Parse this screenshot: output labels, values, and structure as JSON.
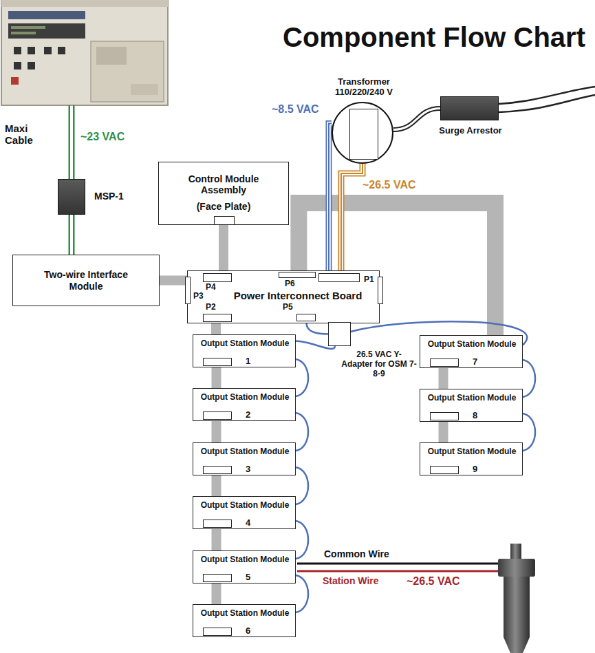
{
  "diagram": {
    "title": "Component Flow Chart",
    "nodes": [
      {
        "text": [
          "Control Module Assembly",
          "(Face Plate)"
        ]
      },
      {
        "text": [
          "Two-wire Interface Module"
        ]
      },
      {
        "text": [
          "Power Interconnect Board",
          "P4",
          "P6",
          "P1",
          "P3",
          "P2",
          "P5"
        ]
      },
      {
        "text": [
          "Transformer 110/220/240 V"
        ]
      },
      {
        "text": [
          "Surge Arrestor"
        ]
      },
      {
        "text": [
          "MSP-1"
        ]
      },
      {
        "text": [
          "Output Station Module",
          "1"
        ]
      },
      {
        "text": [
          "Output Station Module",
          "2"
        ]
      },
      {
        "text": [
          "Output Station Module",
          "3"
        ]
      },
      {
        "text": [
          "Output Station Module",
          "4"
        ]
      },
      {
        "text": [
          "Output Station Module",
          "5"
        ]
      },
      {
        "text": [
          "Output Station Module",
          "6"
        ]
      },
      {
        "text": [
          "Output Station Module",
          "7"
        ]
      },
      {
        "text": [
          "Output Station Module",
          "8"
        ]
      },
      {
        "text": [
          "Output Station Module",
          "9"
        ]
      },
      {
        "text": [
          "26.5 VAC Y-Adapter for OSM 7-8-9"
        ]
      }
    ],
    "edges": [
      {
        "from": 5,
        "to": 1,
        "arrow": "none"
      },
      {
        "from": 1,
        "to": 2,
        "arrow": "none"
      },
      {
        "from": 0,
        "to": 2,
        "arrow": "none"
      },
      {
        "from": 3,
        "to": 2,
        "arrow": "none"
      },
      {
        "from": 3,
        "to": 2,
        "arrow": "none"
      },
      {
        "from": 4,
        "to": 3,
        "arrow": "none"
      },
      {
        "from": 2,
        "to": 12,
        "arrow": "none"
      },
      {
        "from": 2,
        "to": 6,
        "arrow": "none"
      },
      {
        "from": 6,
        "to": 7,
        "arrow": "none"
      },
      {
        "from": 7,
        "to": 8,
        "arrow": "none"
      },
      {
        "from": 8,
        "to": 9,
        "arrow": "none"
      },
      {
        "from": 9,
        "to": 10,
        "arrow": "none"
      },
      {
        "from": 10,
        "to": 11,
        "arrow": "none"
      },
      {
        "from": 12,
        "to": 13,
        "arrow": "none"
      },
      {
        "from": 13,
        "to": 14,
        "arrow": "none"
      },
      {
        "from": 6,
        "to": 7,
        "arrow": "none"
      },
      {
        "from": 7,
        "to": 8,
        "arrow": "none"
      },
      {
        "from": 8,
        "to": 9,
        "arrow": "none"
      },
      {
        "from": 9,
        "to": 10,
        "arrow": "none"
      },
      {
        "from": 10,
        "to": 11,
        "arrow": "none"
      },
      {
        "from": 12,
        "to": 13,
        "arrow": "none"
      },
      {
        "from": 13,
        "to": 14,
        "arrow": "none"
      },
      {
        "from": 2,
        "to": 15,
        "arrow": "none"
      },
      {
        "from": 15,
        "to": 6,
        "arrow": "none"
      },
      {
        "from": 15,
        "to": 12,
        "arrow": "none"
      }
    ],
    "labels": [
      "Maxi Cable",
      "~23 VAC",
      "~8.5 VAC",
      "~26.5 VAC",
      "Common Wire",
      "Station Wire",
      "~26.5 VAC"
    ]
  }
}
